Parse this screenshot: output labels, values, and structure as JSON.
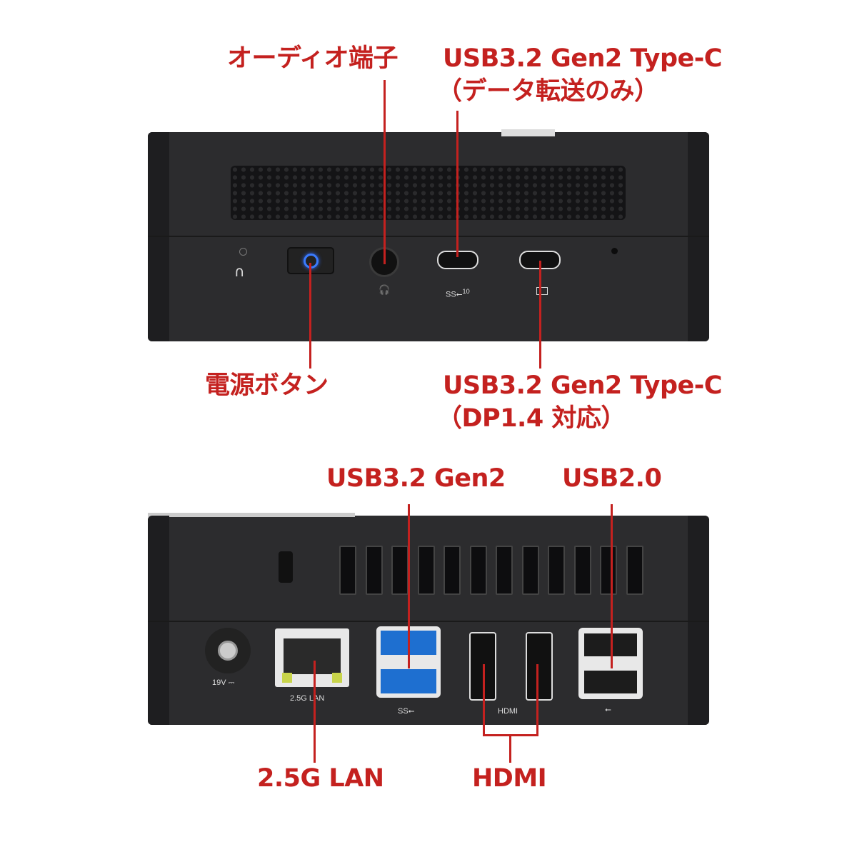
{
  "top_view": {
    "callouts": {
      "audio": "オーディオ端子",
      "usbc_data_line1": "USB3.2 Gen2 Type-C",
      "usbc_data_line2": "（データ転送のみ）",
      "power": "電源ボタン",
      "usbc_dp_line1": "USB3.2 Gen2 Type-C",
      "usbc_dp_line2": "（DP1.4 対応）"
    },
    "icons": [
      "headphone-icon",
      "power-icon",
      "headset-mic-icon",
      "superspeed-usb-10-icon",
      "display-icon"
    ],
    "ss_usb_mark": "10"
  },
  "rear_view": {
    "callouts": {
      "usb32": "USB3.2 Gen2",
      "usb20": "USB2.0",
      "lan": "2.5G LAN",
      "hdmi": "HDMI"
    },
    "port_labels": {
      "dc": "19V ⎓",
      "lan": "2.5G LAN",
      "ss": "SS⭠",
      "hdmi": "HDMI",
      "usb": "⭠"
    }
  },
  "colors": {
    "callout": "#c4211f",
    "body": "#2c2c2e",
    "usb3_blue": "#1e6fd0",
    "power_led": "#2f6bff"
  }
}
